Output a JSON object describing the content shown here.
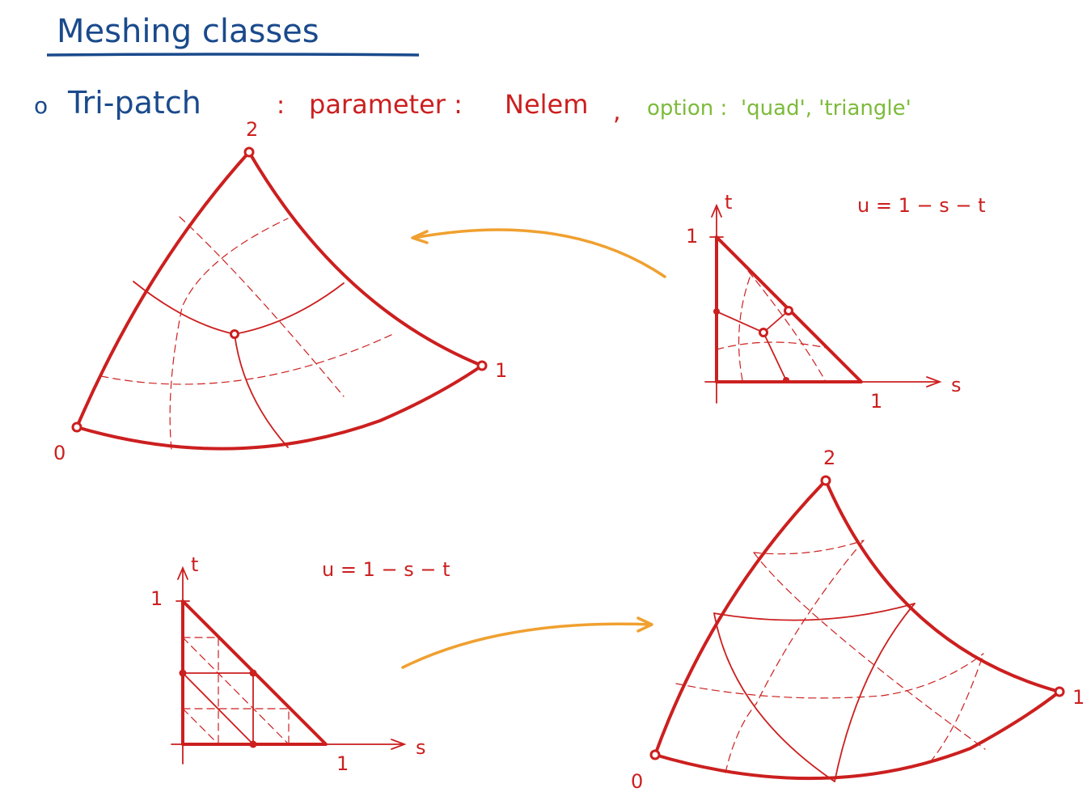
{
  "title": "Meshing classes",
  "bullet": {
    "marker": "o",
    "name": "Tri-patch",
    "separator": ":",
    "parameter_label": "parameter :",
    "parameter_value": "Nelem",
    "comma": ",",
    "option_label": "option :",
    "option_values": "'quad', 'triangle'"
  },
  "patch_quad": {
    "vertex_0": "0",
    "vertex_1": "1",
    "vertex_2": "2"
  },
  "param_quad": {
    "axis_t": "t",
    "axis_s": "s",
    "tick_t": "1",
    "tick_s": "1",
    "equation": "u = 1 − s − t"
  },
  "param_tri": {
    "axis_t": "t",
    "axis_s": "s",
    "tick_t": "1",
    "tick_s": "1",
    "equation": "u = 1 − s − t"
  },
  "patch_tri": {
    "vertex_0": "0",
    "vertex_1": "1",
    "vertex_2": "2"
  },
  "colors": {
    "title": "#1a4a8c",
    "mesh": "#cc1f1f",
    "option": "#7cbb3a",
    "arrow": "#f0a030"
  }
}
